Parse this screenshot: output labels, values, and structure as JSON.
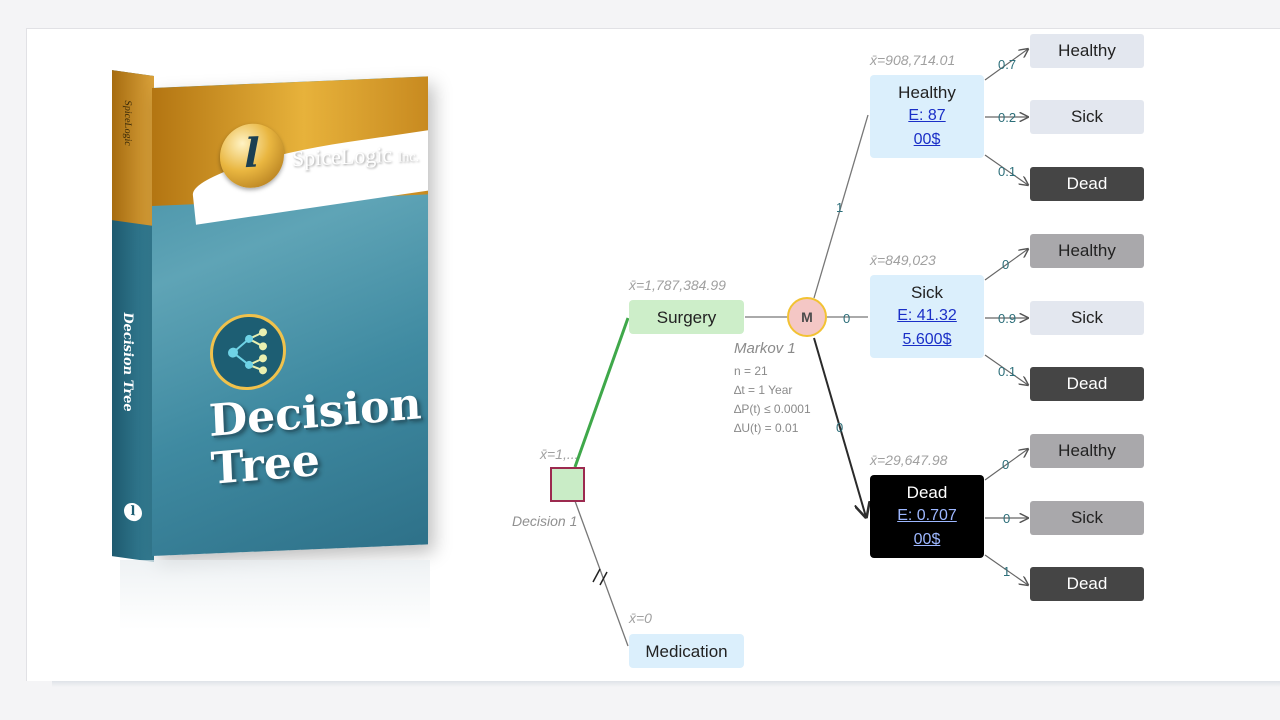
{
  "product": {
    "brand": "SpiceLogic",
    "brand_suffix": "Inc.",
    "title_line1": "Decision",
    "title_line2": "Tree",
    "spine_title": "Decision Tree",
    "logo_letter": "l"
  },
  "decision": {
    "label": "Decision 1",
    "expected": "x̄=1,...",
    "branch_break_mark": "//"
  },
  "surgery": {
    "label": "Surgery",
    "expected": "x̄=1,787,384.99"
  },
  "medication": {
    "label": "Medication",
    "expected": "x̄=0"
  },
  "markov": {
    "symbol": "M",
    "label": "Markov 1",
    "info": [
      "n = 21",
      "∆t = 1 Year",
      "∆P(t) ≤ 0.0001",
      "∆U(t) = 0.01"
    ],
    "probs": [
      "1",
      "0",
      "0"
    ]
  },
  "states": [
    {
      "label": "Healthy",
      "expected": "x̄=908,714.01",
      "value_line1": "E: 87",
      "value_line2": "00$",
      "transitions": [
        {
          "prob": "0.7",
          "target": "Healthy"
        },
        {
          "prob": "0.2",
          "target": "Sick"
        },
        {
          "prob": "0.1",
          "target": "Dead"
        }
      ]
    },
    {
      "label": "Sick",
      "expected": "x̄=849,023",
      "value_line1": "E: 41.32",
      "value_line2": "5.600$",
      "transitions": [
        {
          "prob": "0",
          "target": "Healthy"
        },
        {
          "prob": "0.9",
          "target": "Sick"
        },
        {
          "prob": "0.1",
          "target": "Dead"
        }
      ]
    },
    {
      "label": "Dead",
      "expected": "x̄=29,647.98",
      "value_line1": "E: 0.707",
      "value_line2": "00$",
      "transitions": [
        {
          "prob": "0",
          "target": "Healthy"
        },
        {
          "prob": "0",
          "target": "Sick"
        },
        {
          "prob": "1",
          "target": "Dead"
        }
      ]
    }
  ],
  "colors": {
    "selected_branch": "#3fa84a",
    "edge": "#777777",
    "decision_border": "#9c2a4f",
    "markov_fill": "#f4c7c5",
    "markov_border": "#f2c233"
  }
}
